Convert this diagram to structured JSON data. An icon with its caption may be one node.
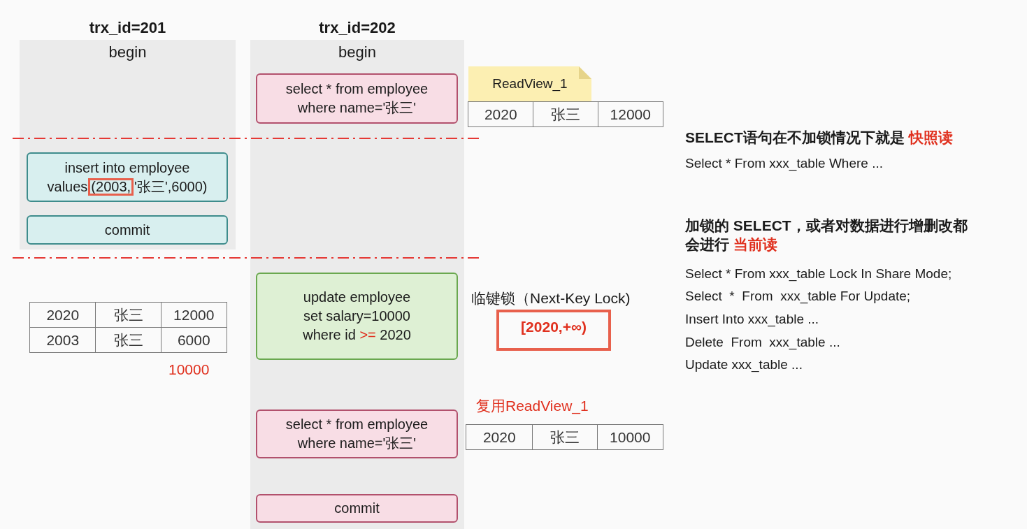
{
  "diagram": {
    "nodes": [
      {
        "text": [
          "trx_id=201",
          "begin"
        ]
      },
      {
        "text": [
          "insert into employee values",
          "(2003,",
          "'张三',6000)"
        ],
        "in": 0
      },
      {
        "text": [
          "commit"
        ],
        "in": 0
      },
      {
        "text": [
          "trx_id=202",
          "begin"
        ]
      },
      {
        "text": [
          "select * from employee where name='张三'"
        ],
        "in": 3
      },
      {
        "text": [
          "update employee set salary=10000 where id",
          ">=",
          "2020"
        ],
        "in": 3
      },
      {
        "text": [
          "select * from employee where name='张三'"
        ],
        "in": 3
      },
      {
        "text": [
          "commit"
        ],
        "in": 3
      },
      {
        "text": [
          "ReadView_1"
        ]
      },
      {
        "text": [
          "临键锁（Next-Key Lock)",
          "[2020,+∞)"
        ]
      }
    ],
    "labels": [
      "2020",
      "张三",
      "12000",
      "SELECT语句在不加锁情况下就是",
      "快照读",
      "Select * From xxx_table Where ...",
      "加锁的 SELECT，或者对数据进行增删改都会进行",
      "当前读",
      "Select * From xxx_table Lock In Share Mode;",
      "Select  *  From  xxx_table For Update;",
      "Insert Into xxx_table ...",
      "Delete  From  xxx_table ...",
      "Update xxx_table ...",
      "2020",
      "张三",
      "12000",
      "2003",
      "张三",
      "6000",
      "10000",
      "复用ReadView_1",
      "2020",
      "张三",
      "10000"
    ]
  }
}
